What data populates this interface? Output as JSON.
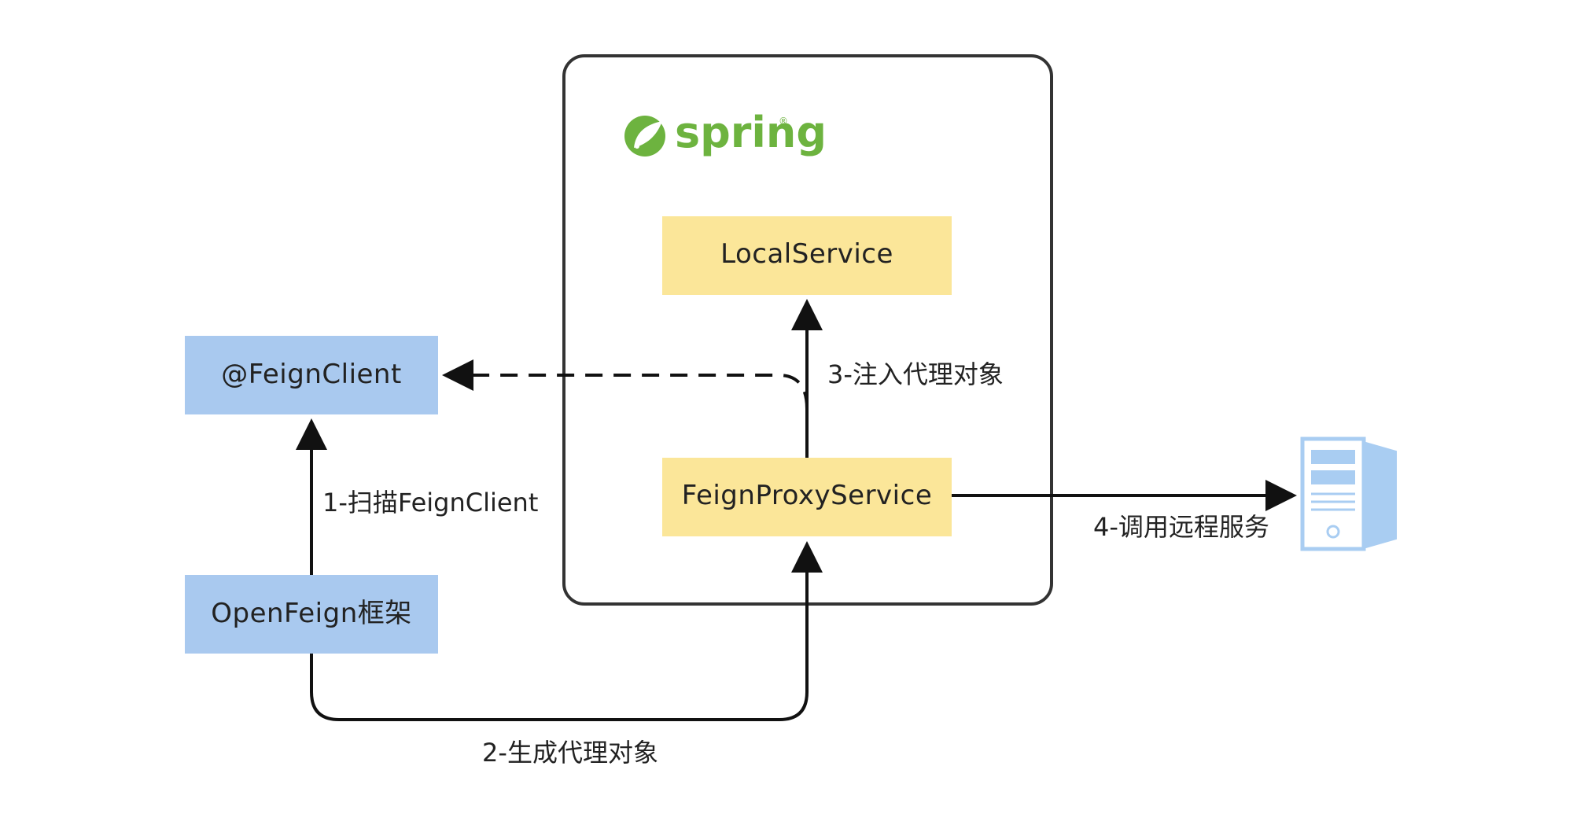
{
  "colors": {
    "blue_box": "#A9C9EF",
    "yellow_box": "#FBE699",
    "spring_green": "#6DB33F",
    "server_blue": "#A9CDF2",
    "line": "#111111"
  },
  "container": {
    "logo_text": "spring"
  },
  "nodes": {
    "feign_client": "@FeignClient",
    "openfeign": "OpenFeign框架",
    "local_service": "LocalService",
    "feign_proxy": "FeignProxyService"
  },
  "edges": {
    "step1": "1-扫描FeignClient",
    "step2": "2-生成代理对象",
    "step3": "3-注入代理对象",
    "step4": "4-调用远程服务"
  },
  "icons": {
    "server": "server-icon",
    "spring_logo": "spring-leaf-icon"
  }
}
